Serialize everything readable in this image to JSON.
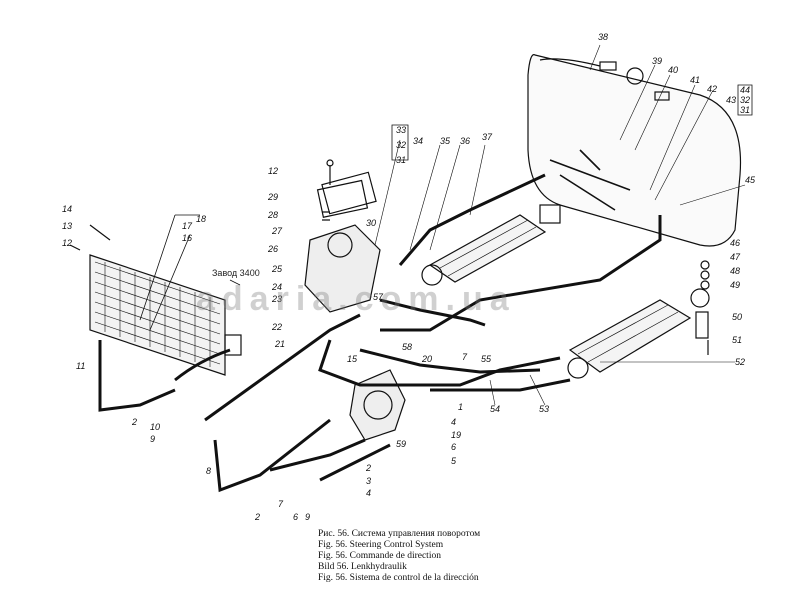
{
  "captions": [
    "Рис. 56. Система управления поворотом",
    "Fig. 56. Steering Control System",
    "Fig. 56. Commande de direction",
    "Bild 56. Lenkhydraulik",
    "Fig. 56. Sistema de control de la dirección"
  ],
  "watermark": "adaria.com.ua",
  "handwritten_note": "Завод 3400",
  "callouts": [
    "1",
    "2",
    "3",
    "4",
    "5",
    "6",
    "7",
    "8",
    "9",
    "10",
    "11",
    "12",
    "13",
    "14",
    "15",
    "16",
    "17",
    "18",
    "19",
    "20",
    "21",
    "22",
    "23",
    "24",
    "25",
    "26",
    "27",
    "28",
    "29",
    "30",
    "31",
    "32",
    "33",
    "34",
    "35",
    "36",
    "37",
    "38",
    "39",
    "40",
    "41",
    "42",
    "43",
    "44",
    "45",
    "46",
    "47",
    "48",
    "49",
    "50",
    "51",
    "52",
    "53",
    "54",
    "55",
    "57",
    "58",
    "59"
  ],
  "colors": {
    "ink": "#111111",
    "paper": "#ffffff"
  }
}
